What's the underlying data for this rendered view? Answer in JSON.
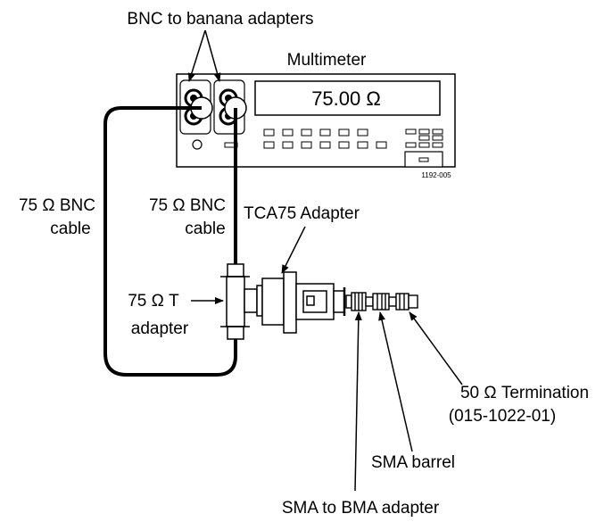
{
  "labels": {
    "bnc_banana_adapters": "BNC to banana adapters",
    "multimeter": "Multimeter",
    "display_reading": "75.00 Ω",
    "figure_code": "1192-005",
    "cable_left_line1": "75 Ω BNC",
    "cable_left_line2": "cable",
    "cable_mid_line1": "75 Ω BNC",
    "cable_mid_line2": "cable",
    "tca75_adapter": "TCA75 Adapter",
    "t_adapter_line1": "75 Ω T",
    "t_adapter_line2": "adapter",
    "termination_line1": "50 Ω Termination",
    "termination_line2": "(015-1022-01)",
    "sma_barrel": "SMA barrel",
    "sma_to_bma": "SMA to BMA adapter"
  }
}
